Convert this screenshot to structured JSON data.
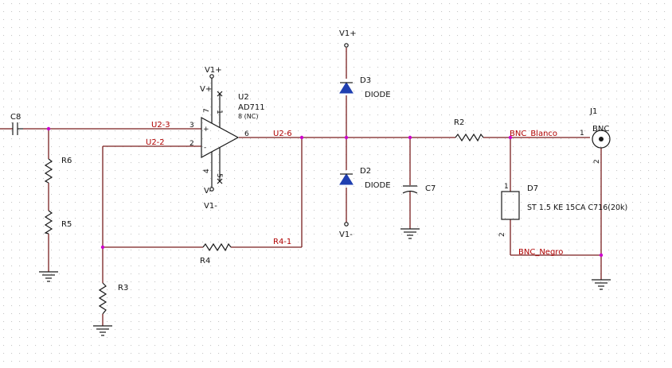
{
  "colors": {
    "wire": "#7a1f1f",
    "part": "#1a1a1a",
    "junction": "#cc00cc",
    "net_label": "#b00000",
    "diode": "#1f3fb0",
    "grid": "#c8c8c8",
    "background": "#ffffff"
  },
  "parts": {
    "c8": "C8",
    "r6": "R6",
    "r5": "R5",
    "r3": "R3",
    "r4": "R4",
    "r2": "R2",
    "c7": "C7",
    "d3": "D3",
    "d2": "D2",
    "d7": "D7",
    "j1": "J1",
    "u2_ref": "U2",
    "u2_val": "AD711",
    "u2_nc": "8 (NC)",
    "diode_val_d3": "DIODE",
    "diode_val_d2": "DIODE",
    "d7_val": "ST 1.5 KE 15CA C716(20k)",
    "j1_val": "BNC"
  },
  "power": {
    "v1p_top": "V1+",
    "v1p_opamp": "V1+",
    "vp_pin": "V+",
    "vm_pin": "V-",
    "v1m_opamp": "V1-",
    "v1m_bottom": "V1-"
  },
  "nets": {
    "u2_3": "U2-3",
    "u2_2": "U2-2",
    "u2_6": "U2-6",
    "r4_1": "R4-1",
    "bnc_blanco": "BNC_Blanco",
    "bnc_negro": "BNC_Negro"
  },
  "pins": {
    "p3": "3",
    "p2": "2",
    "p6": "6",
    "p7": "7",
    "p4": "4",
    "p5": "5",
    "p1": "1",
    "j1_1": "1",
    "j1_2": "2",
    "d7_1": "1",
    "d7_2": "2",
    "opamp_plus": "+",
    "opamp_minus": "-"
  }
}
